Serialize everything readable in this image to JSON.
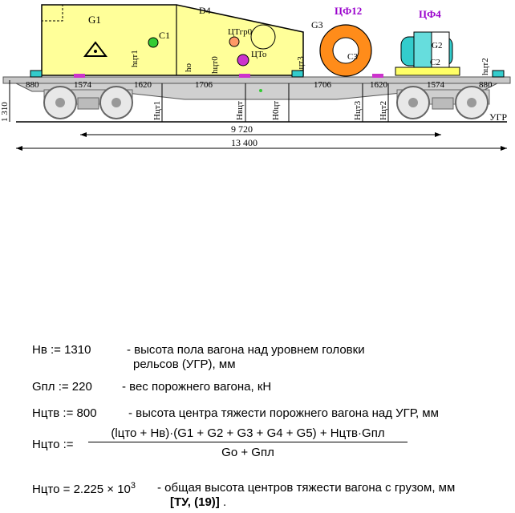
{
  "diagram": {
    "labels": {
      "g1": "G1",
      "c1": "C1",
      "d4": "D4",
      "ct_gr": "ЦТгр0",
      "ct_o": "ЦТо",
      "g3": "G3",
      "c3": "C3",
      "cf12": "ЦФ12",
      "cf4": "ЦФ4",
      "g2": "G2",
      "c2": "C2",
      "h_ct1": "hцт1",
      "h_o": "hо",
      "h_ct_o": "hцт0",
      "h_ct3": "hцт3",
      "h_ct2": "hцт2",
      "H_ct1": "Hцт1",
      "H_ct_v": "Hвцт",
      "H_ct_o": "H0цт",
      "H_ct3": "Hцт3",
      "H_ct2": "Hцт2",
      "ugr": "УГР",
      "side_1310": "1 310"
    },
    "dims": {
      "d880_left": "880",
      "d1574_left": "1574",
      "d1620_left": "1620",
      "d1706_left": "1706",
      "d1706_right": "1706",
      "d1620_right": "1620",
      "d1574_right": "1574",
      "d880_right": "880",
      "d9720": "9 720",
      "d13400": "13 400"
    },
    "colors": {
      "cargo_yellow": "#ffff99",
      "ring_orange": "#ff8c1a",
      "cylinder_cyan": "#33cccc",
      "wagon_gray": "#c8c8c8",
      "purple_text": "#9900cc",
      "pad_purple": "#cc33cc",
      "pad_cyan": "#33cccc"
    }
  },
  "equations": {
    "hv": {
      "lhs": "Hв := 1310",
      "desc1": "- высота пола вагона над  уровнем головки",
      "desc2": "рельсов (УГР), мм"
    },
    "gpl": {
      "lhs": "Gпл := 220",
      "desc": "- вес порожнего вагона, кН"
    },
    "hctv": {
      "lhs": "Hцтв := 800",
      "desc": "- высота центра тяжести порожнего вагона над УГР, мм"
    },
    "hcto_formula": {
      "lhs": "Hцто :=",
      "numerator": "(lцто + Hв)·(G1 + G2 + G3 + G4 + G5) + Hцтв·Gпл",
      "denominator": "Go + Gпл"
    },
    "hcto_value": {
      "lhs": "Hцто = 2.225 × 10",
      "exp": "3",
      "desc": "- общая высота центров тяжести вагона  с грузом, мм",
      "ref": "[ТУ, (19)]",
      "ref_end": "."
    }
  }
}
